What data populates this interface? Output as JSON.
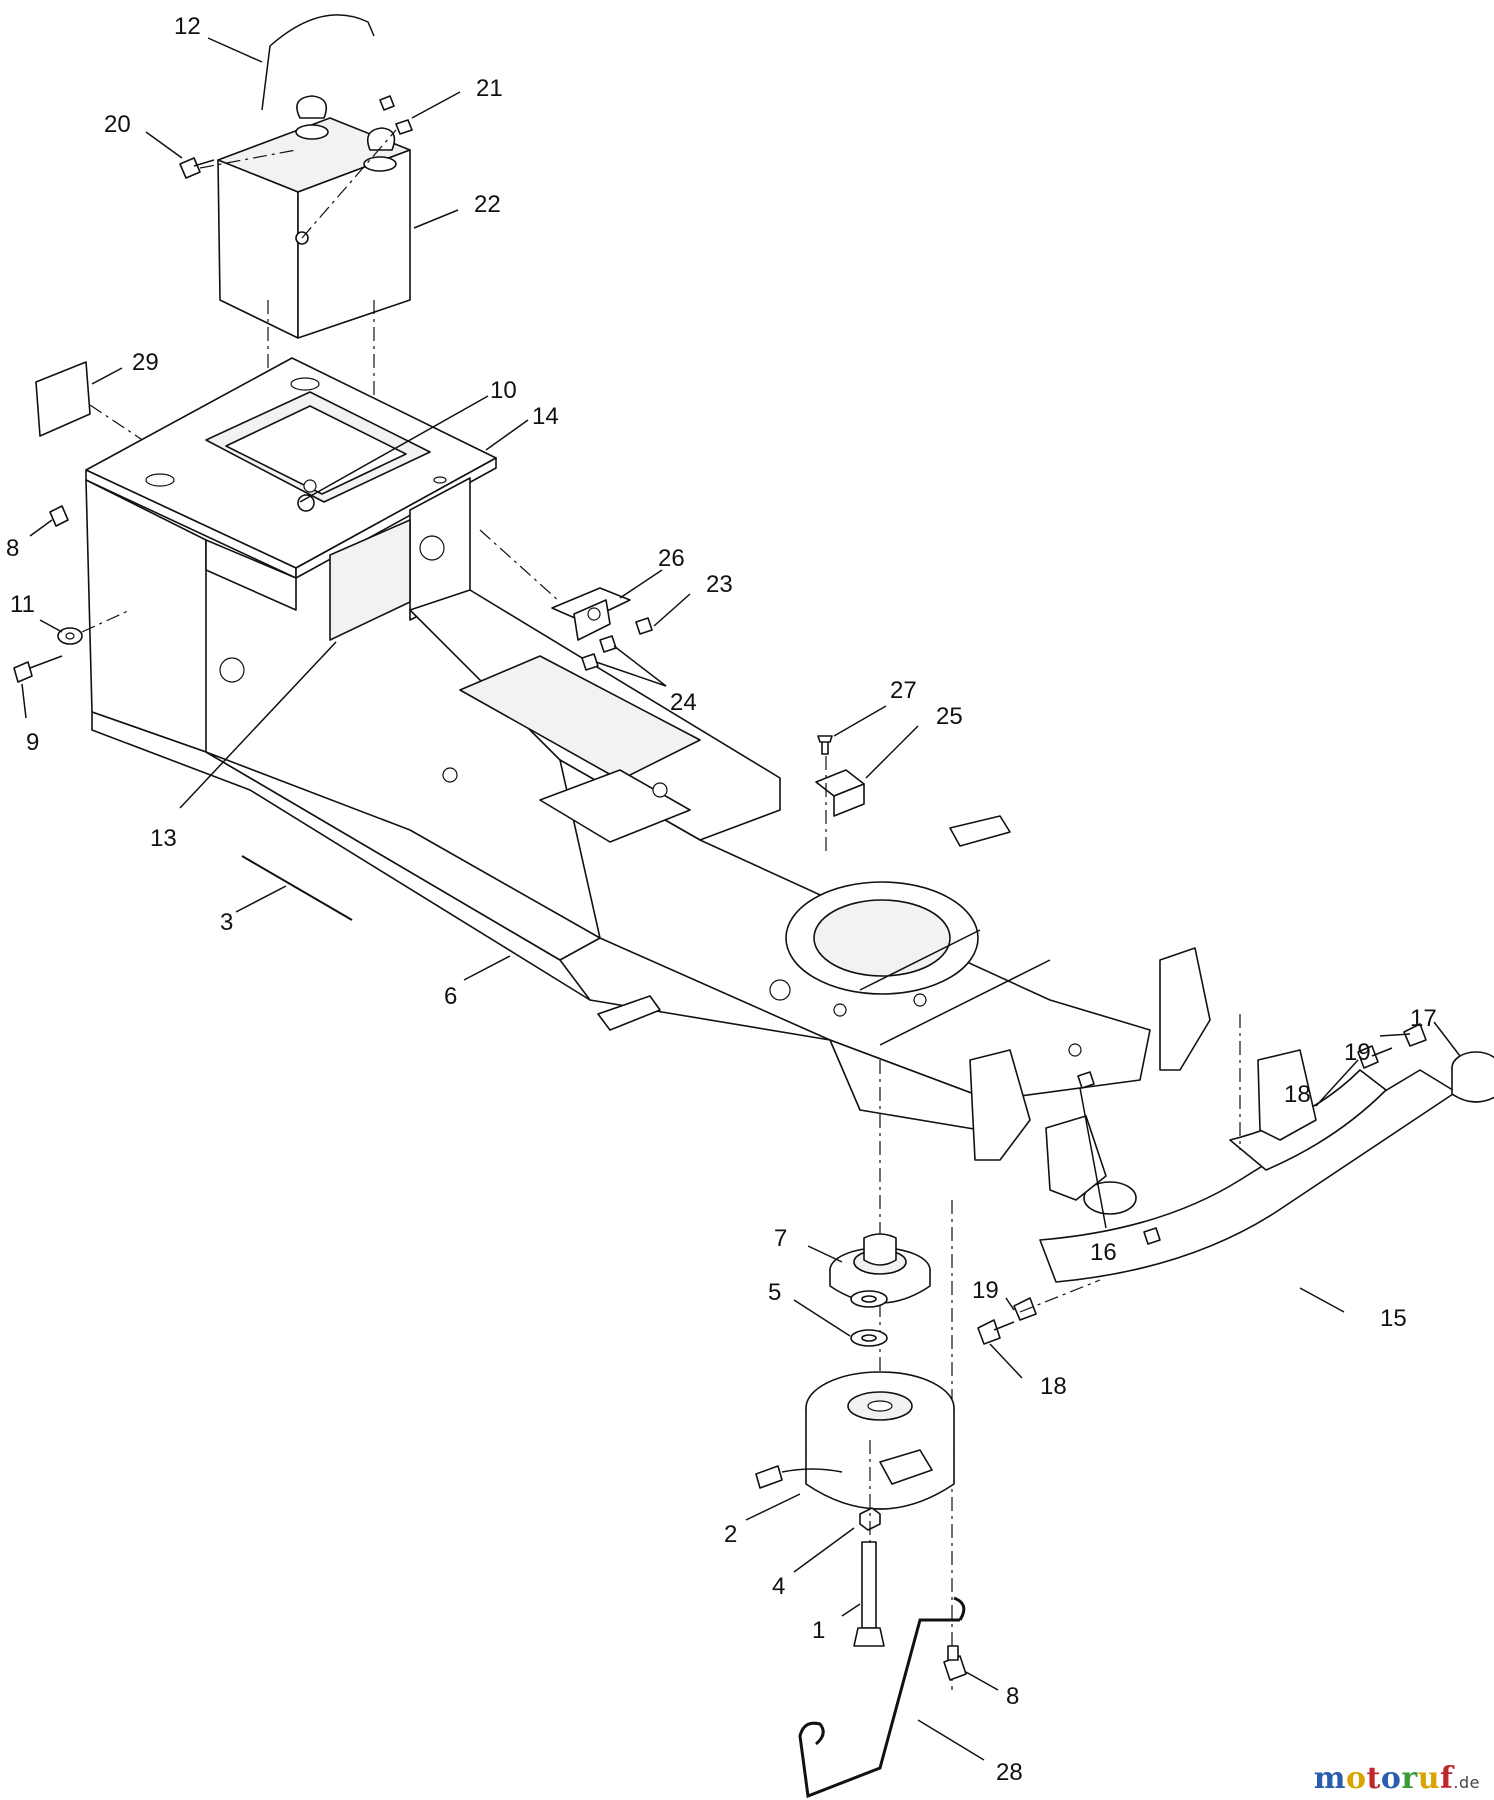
{
  "diagram": {
    "callouts": {
      "c1": "1",
      "c2": "2",
      "c3": "3",
      "c4": "4",
      "c5": "5",
      "c6": "6",
      "c7": "7",
      "c8a": "8",
      "c8b": "8",
      "c9": "9",
      "c10": "10",
      "c11": "11",
      "c12": "12",
      "c13": "13",
      "c14": "14",
      "c15": "15",
      "c16": "16",
      "c17": "17",
      "c18a": "18",
      "c18b": "18",
      "c19a": "19",
      "c19b": "19",
      "c20": "20",
      "c21": "21",
      "c22": "22",
      "c23": "23",
      "c24": "24",
      "c25": "25",
      "c26": "26",
      "c27": "27",
      "c28": "28",
      "c29": "29"
    }
  },
  "watermark": {
    "brand_letters": [
      "m",
      "o",
      "t",
      "o",
      "r",
      "u",
      "f"
    ],
    "brand_colors": [
      "#2a5db0",
      "#d9a400",
      "#c0262d",
      "#2a5db0",
      "#3a9a3a",
      "#d9a400",
      "#c0262d"
    ],
    "suffix": ".de"
  }
}
